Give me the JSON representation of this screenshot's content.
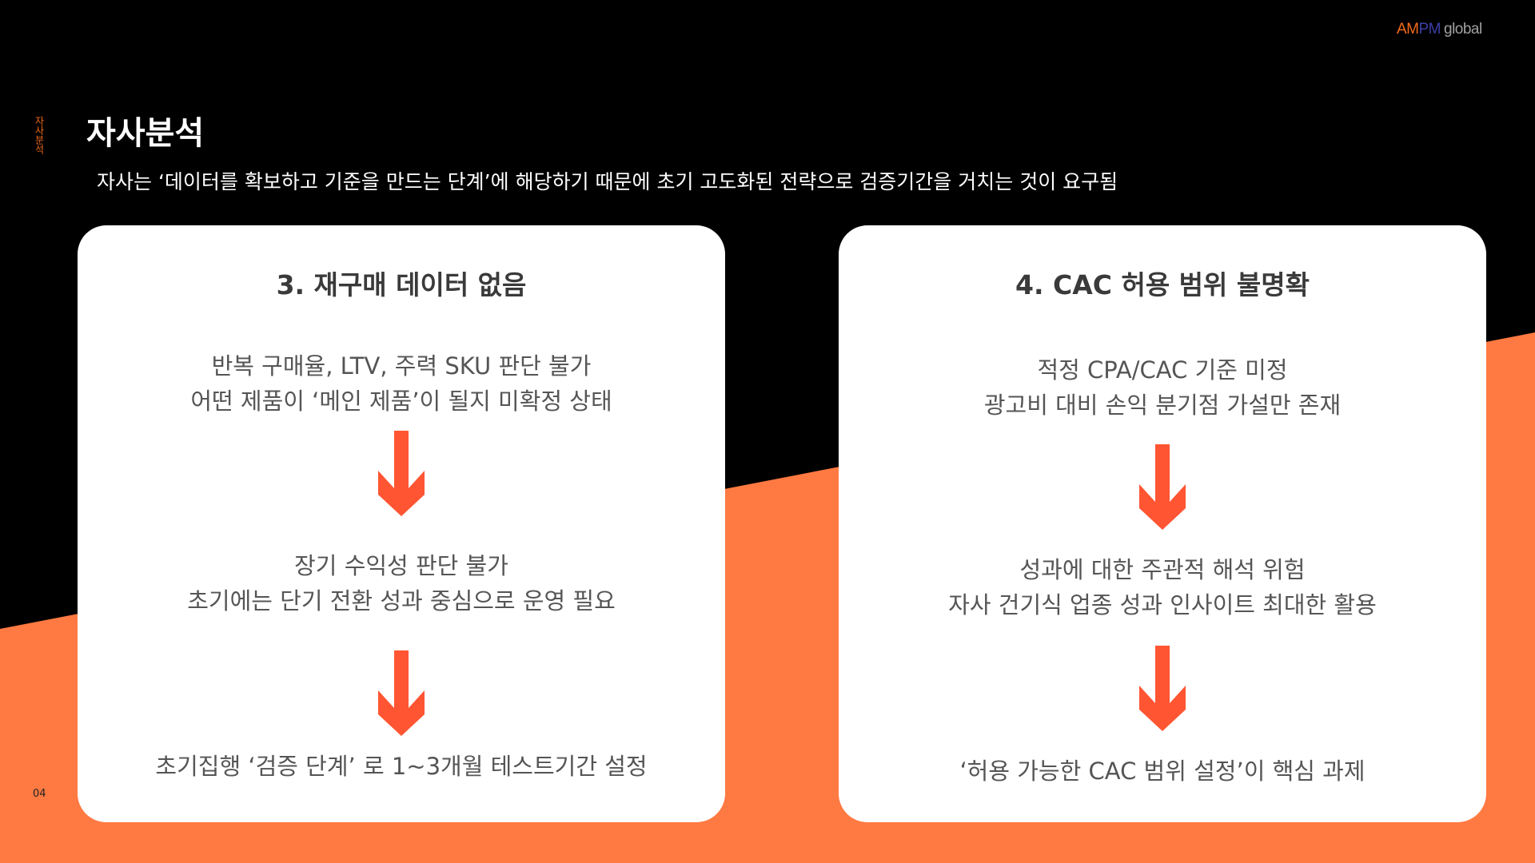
{
  "logo": {
    "am": "AM",
    "pm": "PM",
    "global": "global"
  },
  "side_label": "자사분석",
  "title": "자사분석",
  "subtitle": "자사는 ‘데이터를 확보하고 기준을 만드는 단계’에 해당하기 때문에 초기 고도화된 전략으로 검증기간을 거치는 것이 요구됨",
  "page_number": "04",
  "colors": {
    "accent": "#FF7A42",
    "arrow": "#FF5533",
    "background": "#000000"
  },
  "cards": [
    {
      "heading": "3. 재구매 데이터 없음",
      "block1": [
        "반복 구매율, LTV, 주력 SKU 판단 불가",
        "어떤 제품이 ‘메인 제품’이 될지 미확정 상태"
      ],
      "block2": [
        "장기 수익성 판단 불가",
        "초기에는 단기 전환 성과 중심으로 운영 필요"
      ],
      "conclusion": "초기집행 ‘검증 단계’ 로 1~3개월 테스트기간 설정"
    },
    {
      "heading": "4. CAC 허용 범위 불명확",
      "block1": [
        "적정 CPA/CAC 기준 미정",
        "광고비 대비 손익 분기점 가설만 존재"
      ],
      "block2": [
        "성과에 대한 주관적 해석 위험",
        "자사 건기식 업종 성과 인사이트 최대한 활용"
      ],
      "conclusion": "‘허용 가능한 CAC 범위 설정’이 핵심 과제"
    }
  ]
}
